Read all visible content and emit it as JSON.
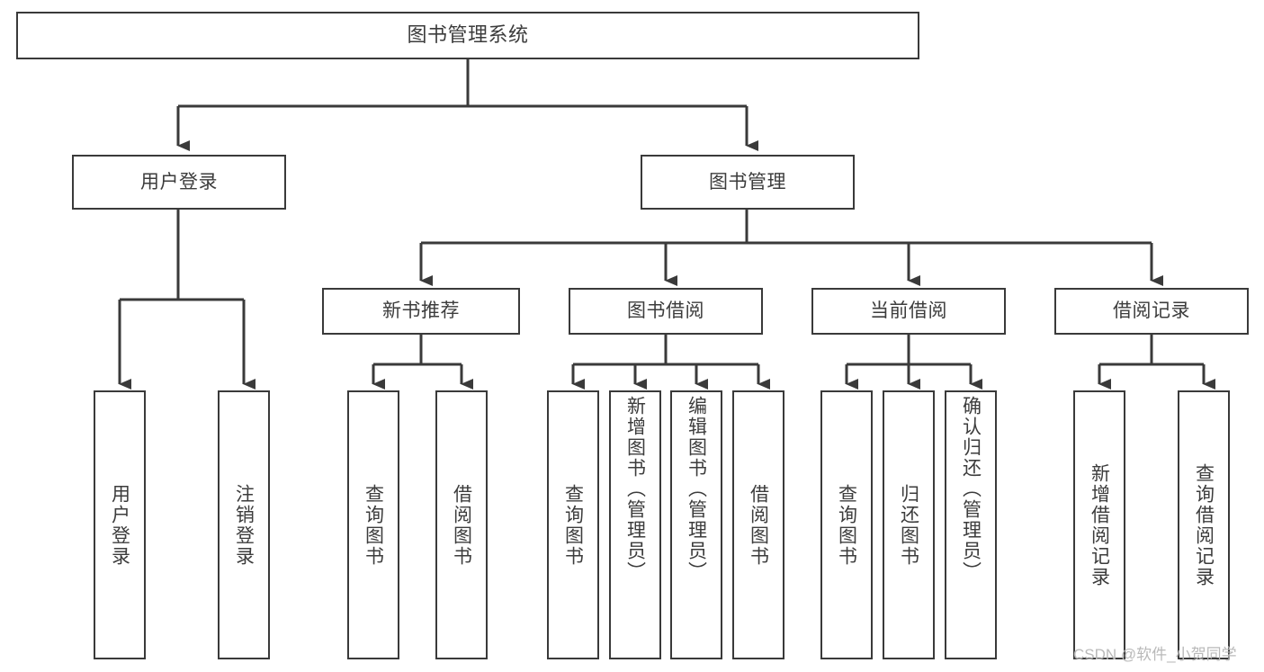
{
  "diagram": {
    "title": "图书管理系统",
    "type": "tree-hierarchy",
    "orientation": "top-down",
    "line_color": "#3a3a3a",
    "box_fill": "#ffffff",
    "text_color": "#3c3c3c"
  },
  "nodes": {
    "root": {
      "label": "图书管理系统"
    },
    "level1": [
      {
        "label": "用户登录"
      },
      {
        "label": "图书管理"
      }
    ],
    "level2": [
      {
        "label": "新书推荐"
      },
      {
        "label": "图书借阅"
      },
      {
        "label": "当前借阅"
      },
      {
        "label": "借阅记录"
      }
    ],
    "leaves": {
      "user_login": [
        {
          "label": "用户登录"
        },
        {
          "label": "注销登录"
        }
      ],
      "new_book_recommend": [
        {
          "label": "查询图书"
        },
        {
          "label": "借阅图书"
        }
      ],
      "book_borrow": [
        {
          "label": "查询图书"
        },
        {
          "label": "新增图书（管理员）"
        },
        {
          "label": "编辑图书（管理员）"
        },
        {
          "label": "借阅图书"
        }
      ],
      "current_borrow": [
        {
          "label": "查询图书"
        },
        {
          "label": "归还图书"
        },
        {
          "label": "确认归还（管理员）"
        }
      ],
      "borrow_record": [
        {
          "label": "新增借阅记录"
        },
        {
          "label": "查询借阅记录"
        }
      ]
    }
  },
  "watermark": {
    "text": "CSDN @软件_小贺同学"
  }
}
